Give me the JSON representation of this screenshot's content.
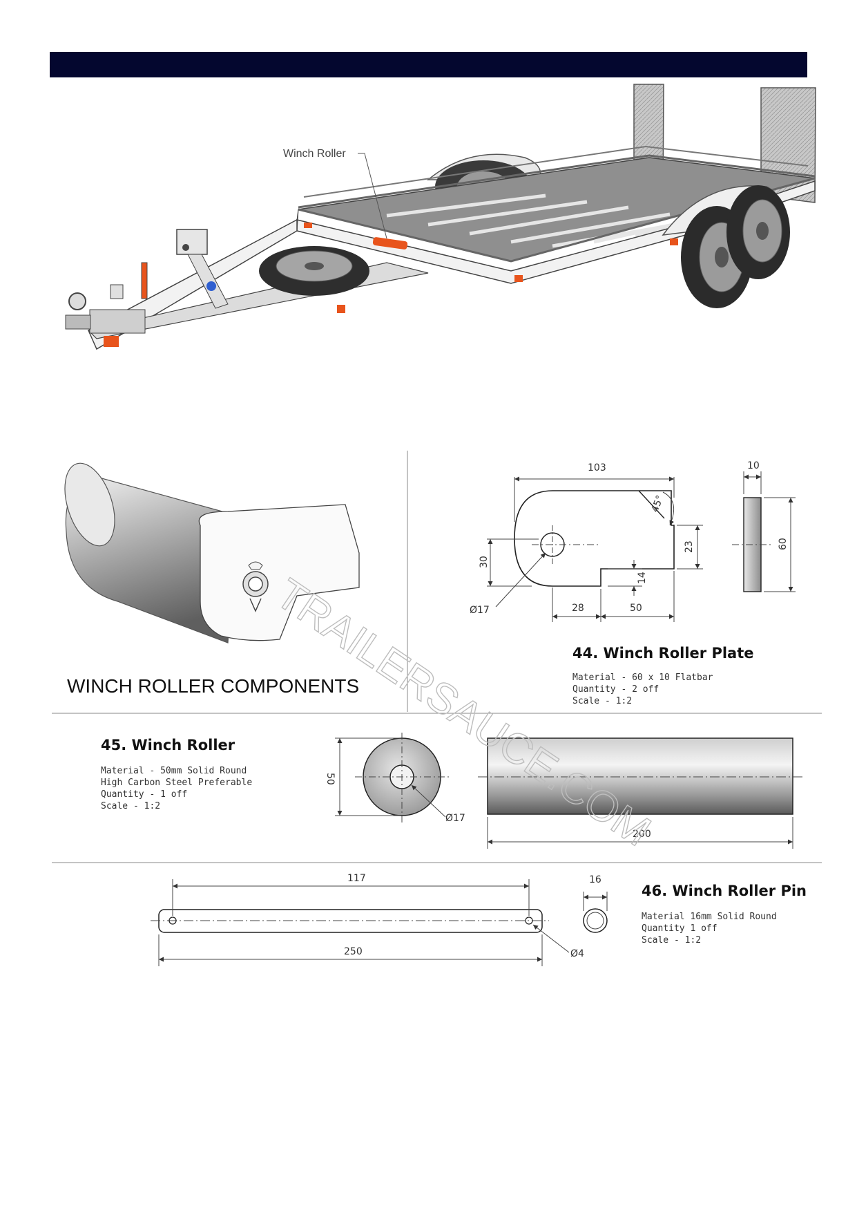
{
  "overview": {
    "callout_label": "Winch Roller"
  },
  "components_title": "WINCH ROLLER COMPONENTS",
  "watermark": "TRAILERSAUCE.COM",
  "plate": {
    "title": "44. Winch Roller Plate",
    "material": "Material - 60 x 10 Flatbar",
    "quantity": "Quantity - 2 off",
    "scale": "Scale - 1:2",
    "dims": {
      "width": "103",
      "angle": "45°",
      "notch_h": "23",
      "height_left": "30",
      "step": "14",
      "hole_dia": "Ø17",
      "hole_offset": "28",
      "notch_w": "50",
      "thickness": "10",
      "plate_h": "60"
    }
  },
  "roller": {
    "title": "45. Winch Roller",
    "material": "Material - 50mm Solid Round",
    "material2": "High Carbon Steel Preferable",
    "quantity": "Quantity - 1 off",
    "scale": "Scale - 1:2",
    "dims": {
      "diameter": "50",
      "bore": "Ø17",
      "length": "200"
    }
  },
  "pin": {
    "title": "46. Winch Roller Pin",
    "material": "Material   16mm Solid Round",
    "quantity": "Quantity   1 off",
    "scale": "Scale - 1:2",
    "dims": {
      "hole_spacing": "117",
      "diameter": "16",
      "length": "250",
      "hole_dia": "Ø4"
    }
  },
  "colors": {
    "header": "#04072f",
    "accent_orange": "#e8541c",
    "accent_blue": "#2f5fd0"
  }
}
